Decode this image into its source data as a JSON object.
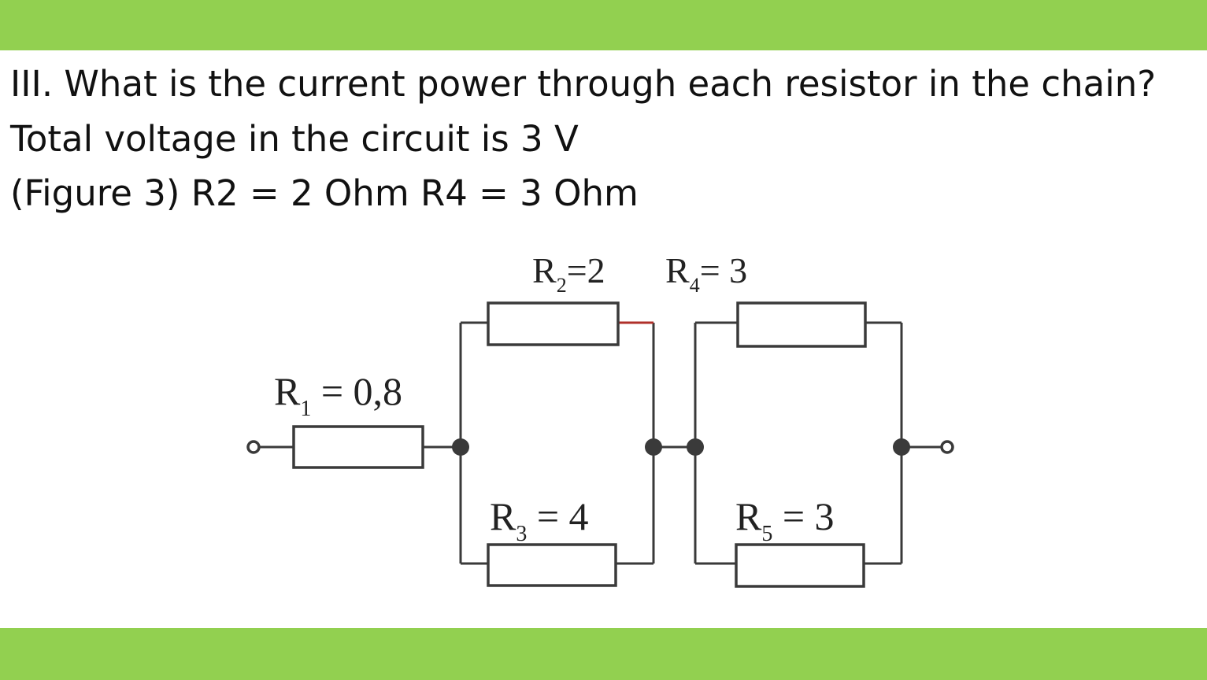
{
  "slide": {
    "colors": {
      "band": "#92d050",
      "wire": "#3a3a3a",
      "wire_accent": "#b0302a"
    },
    "question": {
      "line1": "III. What is the current power through each resistor in the chain?",
      "line2": "Total voltage in the circuit is 3 V",
      "line3": "(Figure 3) R2 = 2 Ohm R4 = 3 Ohm"
    }
  },
  "circuit": {
    "resistors": [
      {
        "id": "R1",
        "letter": "R",
        "sub": "1",
        "value_text": " = 0,8"
      },
      {
        "id": "R2",
        "letter": "R",
        "sub": "2",
        "value_text": "=2"
      },
      {
        "id": "R3",
        "letter": "R",
        "sub": "3",
        "value_text": " = 4"
      },
      {
        "id": "R4",
        "letter": "R",
        "sub": "4",
        "value_text": "= 3"
      },
      {
        "id": "R5",
        "letter": "R",
        "sub": "5",
        "value_text": " = 3"
      }
    ]
  }
}
